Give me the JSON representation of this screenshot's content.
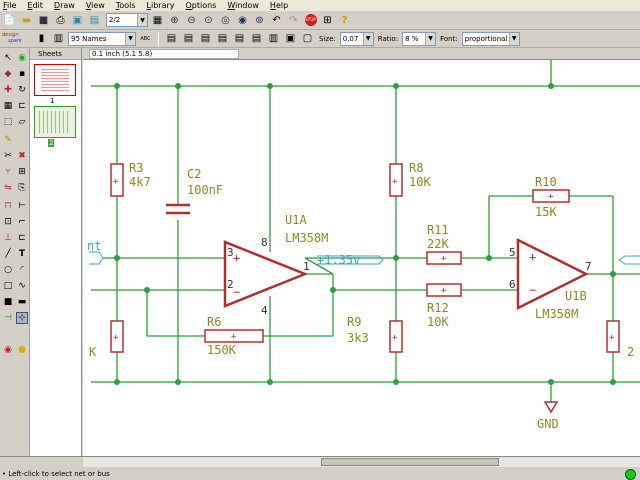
{
  "menu": [
    "File",
    "Edit",
    "Draw",
    "View",
    "Tools",
    "Library",
    "Options",
    "Window",
    "Help"
  ],
  "toolbar1": {
    "sheet_select": "2/2"
  },
  "toolbar2": {
    "logo_line1": "design",
    "logo_line2": "spark",
    "names_select": "95 Names",
    "size_label": "Size:",
    "size_value": "0.07",
    "ratio_label": "Ratio:",
    "ratio_value": "8 %",
    "font_label": "Font:",
    "font_value": "proportional"
  },
  "sheets_panel": {
    "header": "Sheets",
    "thumbnails": [
      {
        "number": "1"
      },
      {
        "number": "2"
      }
    ]
  },
  "coordinate_readout": "0.1 inch (5.1 5.8)",
  "status": {
    "message": "• Left-click to select net or bus"
  },
  "schematic": {
    "R3": {
      "name": "R3",
      "value": "4k7"
    },
    "C2": {
      "name": "C2",
      "value": "100nF"
    },
    "U1A": {
      "name": "U1A",
      "value": "LM358M"
    },
    "R6": {
      "name": "R6",
      "value": "150K"
    },
    "R9": {
      "name": "R9",
      "value": "3k3"
    },
    "R8": {
      "name": "R8",
      "value": "10K"
    },
    "R11": {
      "name": "R11",
      "value": "22K"
    },
    "R12": {
      "name": "R12",
      "value": "10K"
    },
    "R10": {
      "name": "R10",
      "value": "15K"
    },
    "U1B": {
      "name": "U1B",
      "value": "LM358M"
    },
    "gnd_label": "GND",
    "net_label_mid": "+1.35v",
    "net_label_left": "nt",
    "partial_left_k": "K",
    "partial_right_2": "2",
    "pin_3": "3",
    "pin_2": "2",
    "pin_8": "8",
    "pin_4": "4",
    "pin_1": "1",
    "pin_5": "5",
    "pin_6": "6",
    "pin_7": "7"
  },
  "colors": {
    "wire": "#2e9e3e",
    "component": "#b03030",
    "label": "#8a8a20",
    "netlabel": "#3aa8b8"
  }
}
